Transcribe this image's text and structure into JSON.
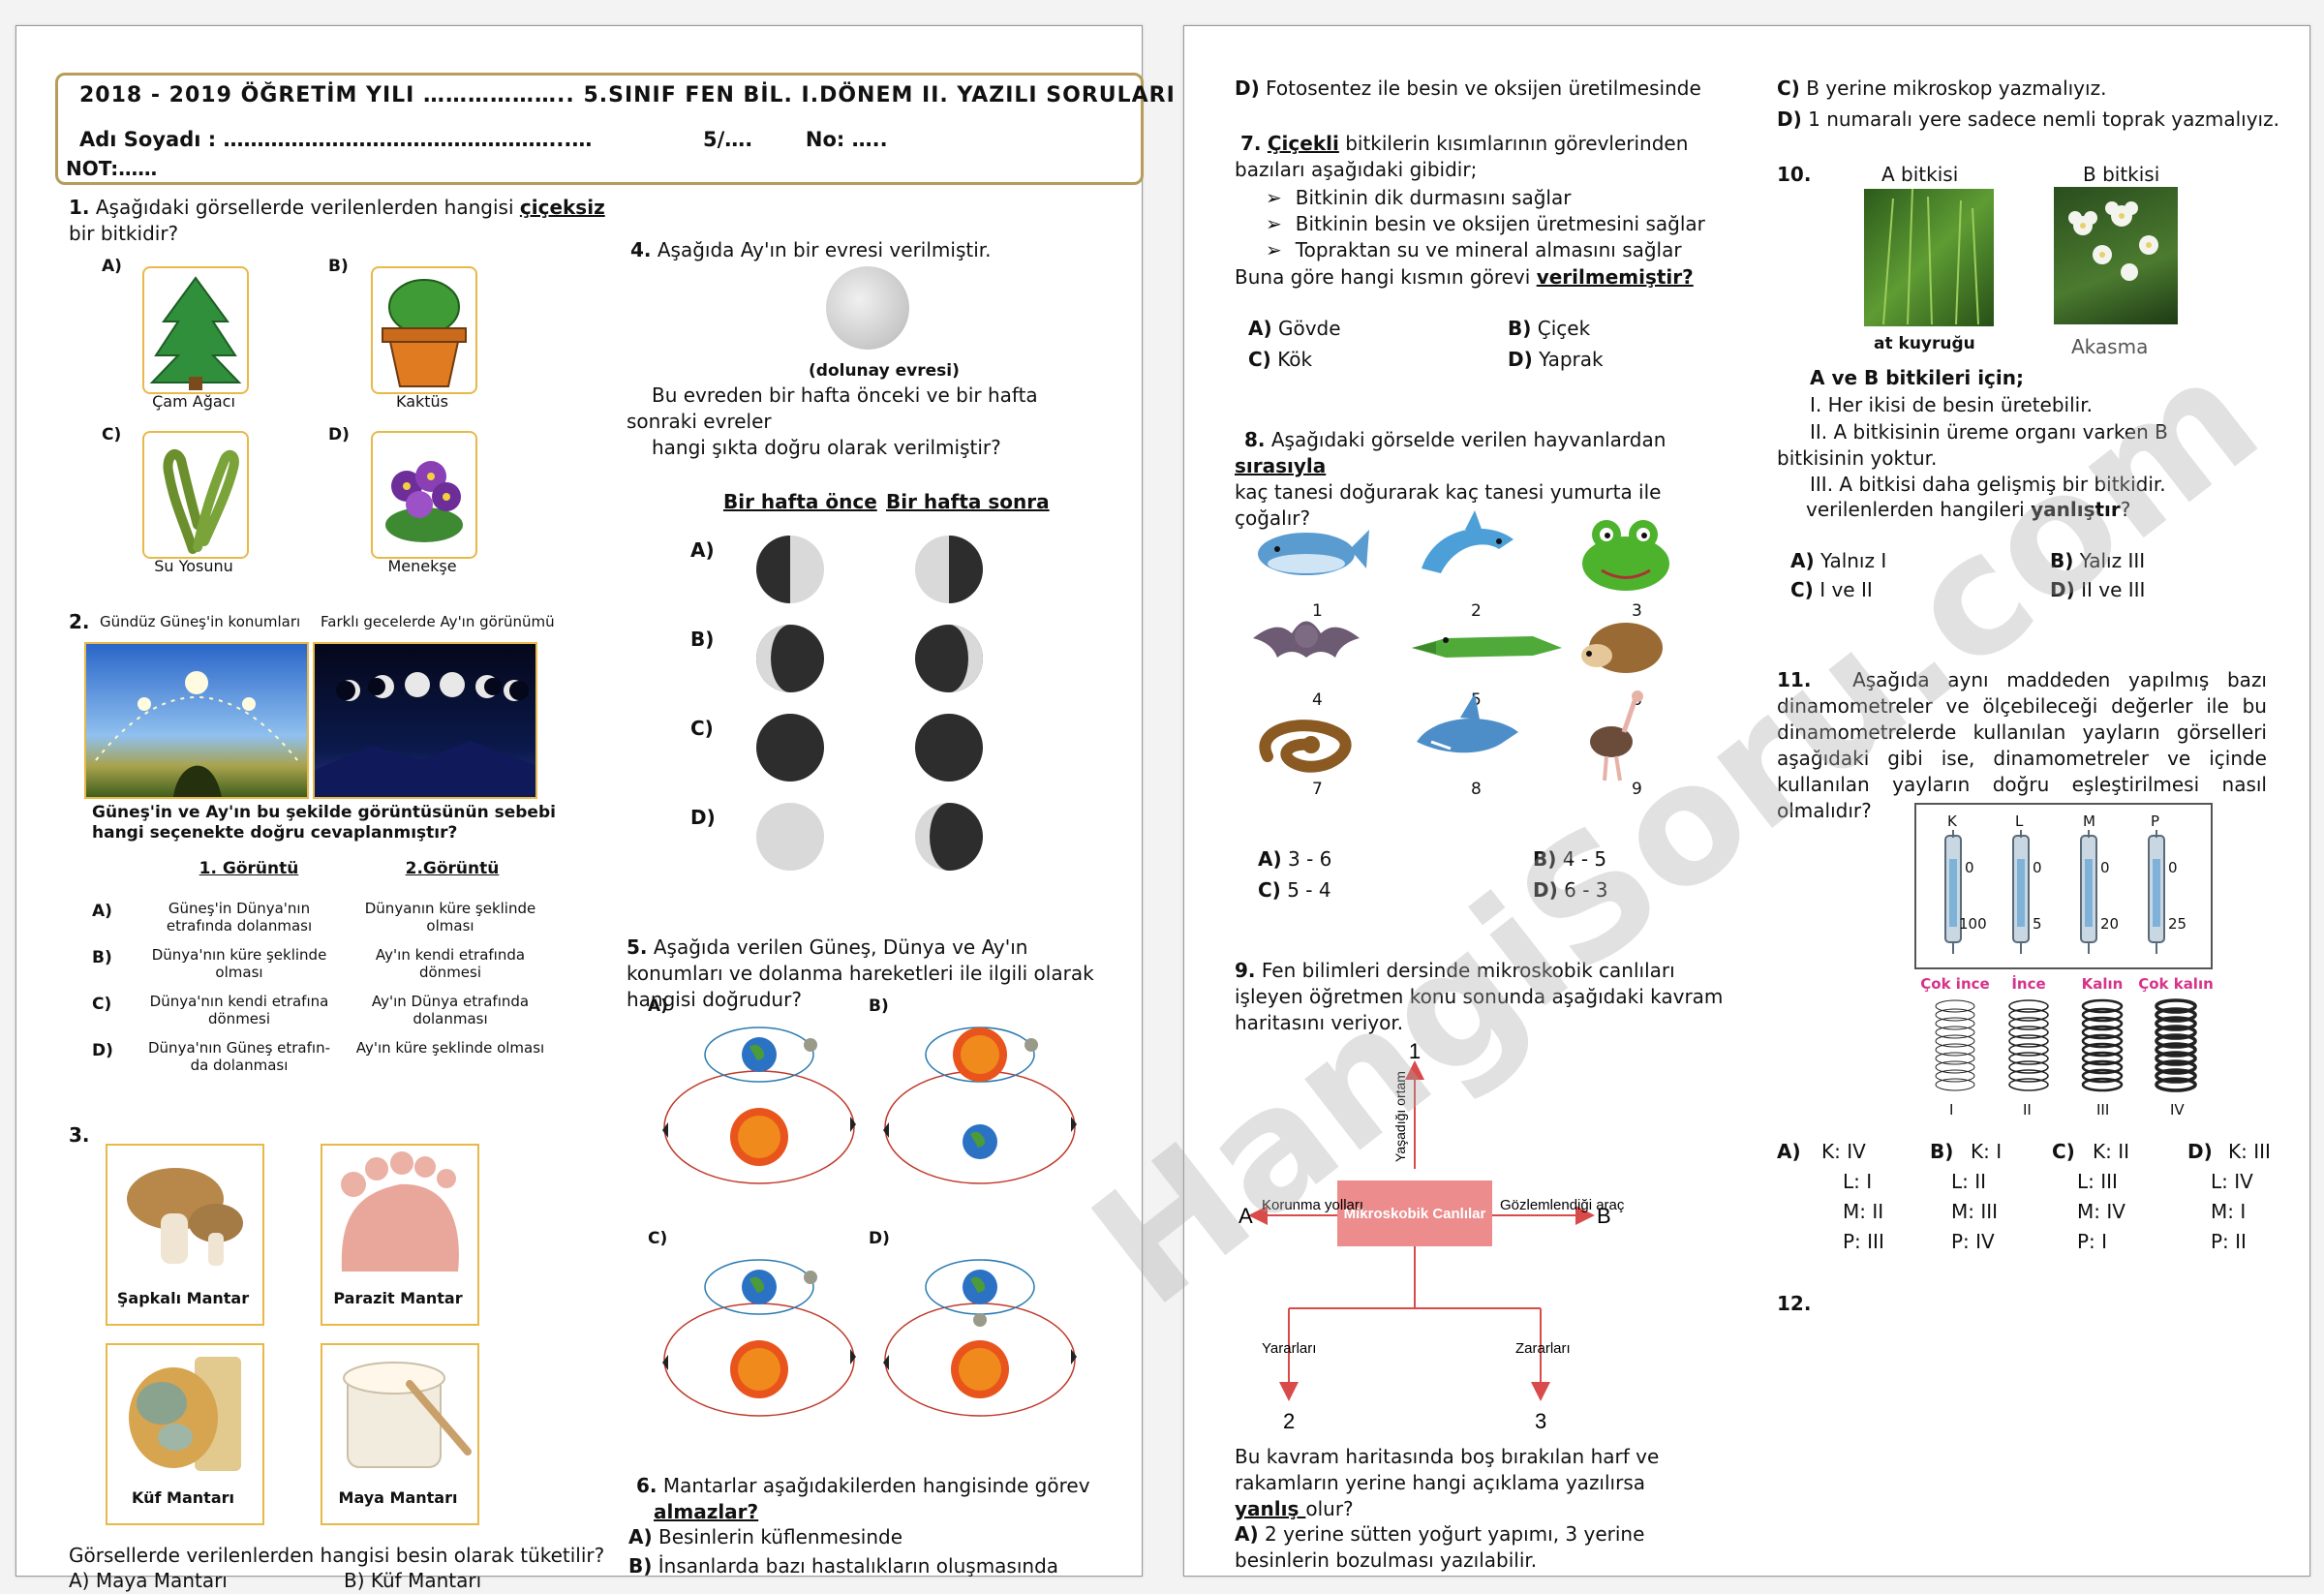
{
  "header": {
    "year": "2018 - 2019 ÖĞRETİM YILI",
    "dots": "………………..",
    "title": "5.SINIF FEN BİL. I.DÖNEM II. YAZILI SORULARI",
    "name_label": "Adı Soyadı : …………………………………………...…",
    "class_label": "5/….",
    "no_label": "No: …..",
    "not_label": "NOT:……"
  },
  "watermark": "HangiSoru.com",
  "q1": {
    "num": "1.",
    "text_a": "Aşağıdaki görsellerde verilenlerden hangisi ",
    "text_u": "çiçeksiz",
    "text_b": "bir bitkidir?",
    "options": [
      {
        "letter": "A)",
        "caption": "Çam Ağacı",
        "icon": "pine-tree-icon"
      },
      {
        "letter": "B)",
        "caption": "Kaktüs",
        "icon": "cactus-icon"
      },
      {
        "letter": "C)",
        "caption": "Su Yosunu",
        "icon": "seaweed-icon"
      },
      {
        "letter": "D)",
        "caption": "Menekşe",
        "icon": "violet-flower-icon"
      }
    ]
  },
  "q2": {
    "num": "2.",
    "img1_caption": "Gündüz Güneş'in konumları",
    "img2_caption": "Farklı gecelerde Ay'ın görünümü",
    "question": "Güneş'in ve Ay'ın bu şekilde görüntüsünün sebebi hangi seçenekte doğru cevaplanmıştır?",
    "col1": "1. Görüntü",
    "col2": "2.Görüntü",
    "rows": [
      {
        "letter": "A)",
        "c1": "Güneş'in Dünya'nın etrafında dolanması",
        "c2": "Dünyanın küre şeklinde olması"
      },
      {
        "letter": "B)",
        "c1": "Dünya'nın küre şeklinde olması",
        "c2": "Ay'ın kendi etrafında dönmesi"
      },
      {
        "letter": "C)",
        "c1": "Dünya'nın kendi etrafına dönmesi",
        "c2": "Ay'ın Dünya etrafında dolanması"
      },
      {
        "letter": "D)",
        "c1": "Dünya'nın Güneş etrafın-da dolanması",
        "c2": "Ay'ın küre şeklinde olması"
      }
    ]
  },
  "q3": {
    "num": "3.",
    "items": [
      {
        "caption": "Şapkalı Mantar",
        "icon": "cap-mushroom-icon"
      },
      {
        "caption": "Parazit Mantar",
        "icon": "foot-icon"
      },
      {
        "caption": "Küf Mantarı",
        "icon": "moldy-bread-icon"
      },
      {
        "caption": "Maya Mantarı",
        "icon": "yeast-jar-icon"
      }
    ],
    "question": "Görsellerde verilenlerden hangisi besin olarak tüketilir?",
    "opt_a": "A) Maya Mantarı",
    "opt_b": "B) Küf Mantarı"
  },
  "q4": {
    "num": "4.",
    "text": "Aşağıda Ay'ın bir evresi verilmiştir.",
    "phase_label": "(dolunay evresi)",
    "text2": "Bu evreden bir hafta önceki ve bir hafta sonraki evreler",
    "text3": "hangi şıkta doğru olarak verilmiştir?",
    "col1": "Bir hafta önce",
    "col2": "Bir hafta sonra",
    "letters": [
      "A)",
      "B)",
      "C)",
      "D)"
    ]
  },
  "q5": {
    "num": "5.",
    "text": "Aşağıda verilen Güneş, Dünya ve Ay'ın konumları ve dolanma hareketleri ile ilgili olarak hangisi doğrudur?",
    "letters": [
      "A)",
      "B)",
      "C)",
      "D)"
    ]
  },
  "q6": {
    "num": "6.",
    "text_a": "Mantarlar aşağıdakilerden hangisinde görev",
    "text_u": "almazlar?",
    "options": [
      {
        "letter": "A)",
        "text": "Besinlerin küflenmesinde"
      },
      {
        "letter": "B)",
        "text": "İnsanlarda bazı hastalıkların oluşmasında"
      }
    ],
    "cont_letter": "D)",
    "cont_text": "Fotosentez ile besin ve oksijen üretilmesinde"
  },
  "q7": {
    "num": "7.",
    "text_u": "Çiçekli",
    "text_a": " bitkilerin kısımlarının görevlerinden bazıları aşağıdaki gibidir;",
    "bullets": [
      "Bitkinin dik durmasını sağlar",
      "Bitkinin besin ve oksijen üretmesini sağlar",
      "Topraktan su ve mineral almasını sağlar"
    ],
    "question_a": "Buna göre hangi kısmın görevi ",
    "question_u": "verilmemiştir?",
    "options": [
      {
        "letter": "A)",
        "text": "Gövde"
      },
      {
        "letter": "B)",
        "text": "Çiçek"
      },
      {
        "letter": "C)",
        "text": "Kök"
      },
      {
        "letter": "D)",
        "text": "Yaprak"
      }
    ]
  },
  "q8": {
    "num": "8.",
    "text_a": "Aşağıdaki görselde verilen hayvanlardan ",
    "text_u": "sırasıyla",
    "text_b": "kaç tanesi doğurarak kaç tanesi yumurta ile çoğalır?",
    "animals": [
      {
        "n": "1",
        "icon": "whale-icon"
      },
      {
        "n": "2",
        "icon": "dolphin-icon"
      },
      {
        "n": "3",
        "icon": "frog-icon"
      },
      {
        "n": "4",
        "icon": "bat-icon"
      },
      {
        "n": "5",
        "icon": "crocodile-icon"
      },
      {
        "n": "6",
        "icon": "hedgehog-icon"
      },
      {
        "n": "7",
        "icon": "snake-icon"
      },
      {
        "n": "8",
        "icon": "shark-icon"
      },
      {
        "n": "9",
        "icon": "ostrich-icon"
      }
    ],
    "options": [
      {
        "letter": "A)",
        "text": "3 - 6"
      },
      {
        "letter": "B)",
        "text": "4 - 5"
      },
      {
        "letter": "C)",
        "text": "5 - 4"
      },
      {
        "letter": "D)",
        "text": "6 - 3"
      }
    ]
  },
  "q9": {
    "num": "9.",
    "text": "Fen bilimleri dersinde mikroskobik canlıları işleyen öğretmen konu sonunda aşağıdaki kavram haritasını veriyor.",
    "map": {
      "center": "Mikroskobik Canlılar",
      "top_num": "1",
      "top_label": "Yaşadığı ortam",
      "left_letter": "A",
      "left_label": "Korunma yolları",
      "right_letter": "B",
      "right_label": "Gözlemlendiği araç",
      "bl_label": "Yararları",
      "bl_num": "2",
      "br_label": "Zararları",
      "br_num": "3"
    },
    "question_a": "Bu kavram haritasında boş bırakılan harf ve rakamların yerine hangi açıklama yazılırsa ",
    "question_u": "yanlış ",
    "question_b": "olur?",
    "opt_a_letter": "A)",
    "opt_a": "2 yerine sütten yoğurt yapımı, 3 yerine besinlerin bozulması yazılabilir.",
    "opt_c_letter": "C)",
    "opt_c": "B yerine mikroskop yazmalıyız.",
    "opt_d_letter": "D)",
    "opt_d": "1 numaralı yere sadece nemli toprak yazmalıyız."
  },
  "q10": {
    "num": "10.",
    "plant_a_label": "A bitkisi",
    "plant_b_label": "B bitkisi",
    "plant_a_caption": "at kuyruğu",
    "plant_b_caption": "Akasma",
    "intro": "A ve B bitkileri için;",
    "statements": [
      "I. Her ikisi de besin üretebilir.",
      "II. A bitkisinin üreme organı varken B bitkisinin yoktur.",
      "III. A bitkisi daha gelişmiş bir bitkidir."
    ],
    "question_a": "verilenlerden hangileri ",
    "question_u": "yanlıştır",
    "question_b": "?",
    "options": [
      {
        "letter": "A)",
        "text": "Yalnız I"
      },
      {
        "letter": "B)",
        "text": "Yalız III"
      },
      {
        "letter": "C)",
        "text": "I ve II"
      },
      {
        "letter": "D)",
        "text": "II ve III"
      }
    ]
  },
  "q11": {
    "num": "11.",
    "text": "Aşağıda aynı maddeden yapılmış bazı dinamometreler ve ölçebileceği değerler ile bu dinamometrelerde kullanılan yayların görselleri aşağıdaki gibi ise, dinamometreler ve içinde kullanılan yayların doğru eşleştirilmesi nasıl olmalıdır?",
    "meters": [
      {
        "label": "K",
        "top": "0",
        "bottom": "100"
      },
      {
        "label": "L",
        "top": "0",
        "bottom": "5"
      },
      {
        "label": "M",
        "top": "0",
        "bottom": "20"
      },
      {
        "label": "P",
        "top": "0",
        "bottom": "25"
      }
    ],
    "springs": [
      {
        "label": "Çok ince",
        "roman": "I"
      },
      {
        "label": "İnce",
        "roman": "II"
      },
      {
        "label": "Kalın",
        "roman": "III"
      },
      {
        "label": "Çok kalın",
        "roman": "IV"
      }
    ],
    "options": [
      {
        "letter": "A)",
        "lines": [
          "K: IV",
          "L: I",
          "M: II",
          "P: III"
        ]
      },
      {
        "letter": "B)",
        "lines": [
          "K: I",
          "L: II",
          "M: III",
          "P: IV"
        ]
      },
      {
        "letter": "C)",
        "lines": [
          "K: II",
          "L: III",
          "M: IV",
          "P: I"
        ]
      },
      {
        "letter": "D)",
        "lines": [
          "K: III",
          "L: IV",
          "M: I",
          "P: II"
        ]
      }
    ]
  },
  "q12": {
    "num": "12."
  },
  "colors": {
    "frame": "#b79c5a",
    "card_border": "#e8b84a",
    "map_box": "#ec8c8c",
    "spring_label": "#d6338a"
  }
}
